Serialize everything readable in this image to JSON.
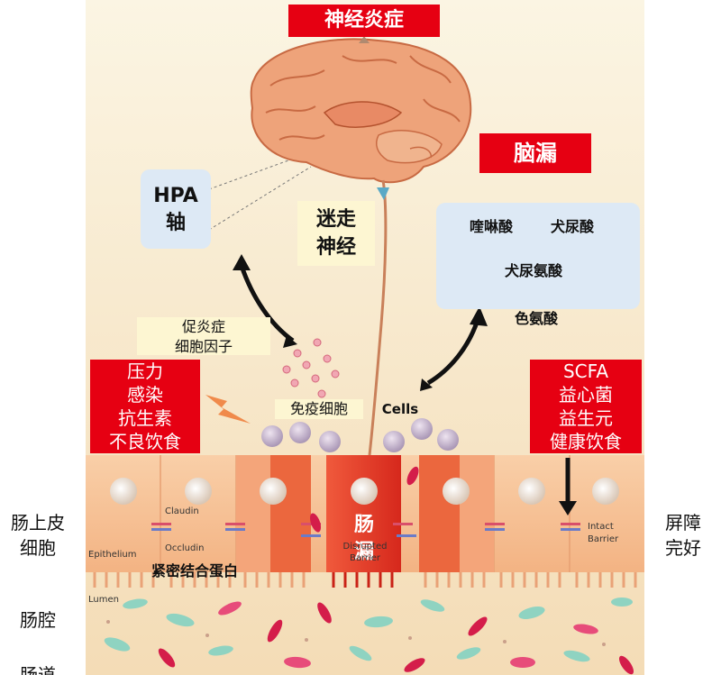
{
  "title": "神经炎症",
  "brain_leak": "脑漏",
  "hpa_axis": "HPA\n轴",
  "vagus_nerve": "迷走\n神经",
  "cytokines": "促炎症\n细胞因子",
  "immune_cells": "免疫细胞",
  "cells_en": "Cells",
  "metabolism": {
    "quinolinic": "喹啉酸",
    "kynurenic": "犬尿酸",
    "kynurenine": "犬尿氨酸",
    "tryptophan": "色氨酸"
  },
  "risk_factors": "压力\n感染\n抗生素\n不良饮食",
  "protective_factors": "SCFA\n益心菌\n益生元\n健康饮食",
  "gut_leak": "肠\n漏",
  "claudin": "Claudin",
  "occludin": "Occludin",
  "tight_junction": "紧密结合蛋白",
  "epithelium": "Epithelium",
  "disrupted_barrier": "Disrupted\nBarrier",
  "intact_barrier": "Intact\nBarrier",
  "lumen": "Lumen",
  "side_labels": {
    "epithelial_cells": "肠上皮\n细胞",
    "lumen": "肠腔",
    "gut": "肠道",
    "barrier_intact": "屏障\n完好"
  },
  "colors": {
    "red": "#e60012",
    "brain": "#eea37a",
    "epithelium": "#f7c49a",
    "background": "#f6e8c8"
  }
}
